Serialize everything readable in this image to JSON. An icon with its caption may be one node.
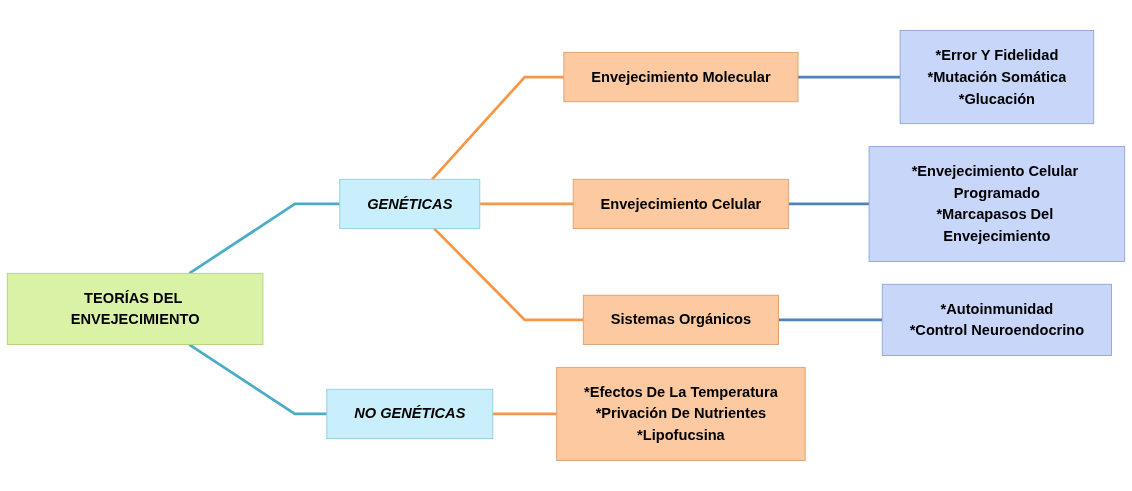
{
  "diagram": {
    "nodes": [
      {
        "text": [
          "TEORÍAS DEL ENVEJECIMIENTO"
        ]
      },
      {
        "text": [
          "GENÉTICAS"
        ]
      },
      {
        "text": [
          "NO GENÉTICAS"
        ]
      },
      {
        "text": [
          "Envejecimiento Molecular"
        ]
      },
      {
        "text": [
          "Envejecimiento Celular"
        ]
      },
      {
        "text": [
          "Sistemas Orgánicos"
        ]
      },
      {
        "text": [
          "*Efectos De La Temperatura",
          "*Privación De Nutrientes",
          "*Lipofucsina"
        ]
      },
      {
        "text": [
          "*Error Y Fidelidad",
          "*Mutación Somática",
          "*Glucación"
        ]
      },
      {
        "text": [
          "*Envejecimiento Celular Programado",
          "*Marcapasos Del Envejecimiento"
        ]
      },
      {
        "text": [
          "*Autoinmunidad",
          "*Control Neuroendocrino"
        ]
      }
    ],
    "edges": [
      {
        "from": 0,
        "to": 1,
        "arrow": "none",
        "color": "#4bacc6"
      },
      {
        "from": 0,
        "to": 2,
        "arrow": "none",
        "color": "#4bacc6"
      },
      {
        "from": 1,
        "to": 3,
        "arrow": "none"
      },
      {
        "from": 1,
        "to": 4,
        "arrow": "none"
      },
      {
        "from": 1,
        "to": 5,
        "arrow": "none"
      },
      {
        "from": 2,
        "to": 6,
        "arrow": "none"
      },
      {
        "from": 3,
        "to": 7,
        "arrow": "none",
        "color": "#4f81bd"
      },
      {
        "from": 4,
        "to": 8,
        "arrow": "none",
        "color": "#4f81bd"
      },
      {
        "from": 5,
        "to": 9,
        "arrow": "none",
        "color": "#4f81bd"
      }
    ]
  }
}
